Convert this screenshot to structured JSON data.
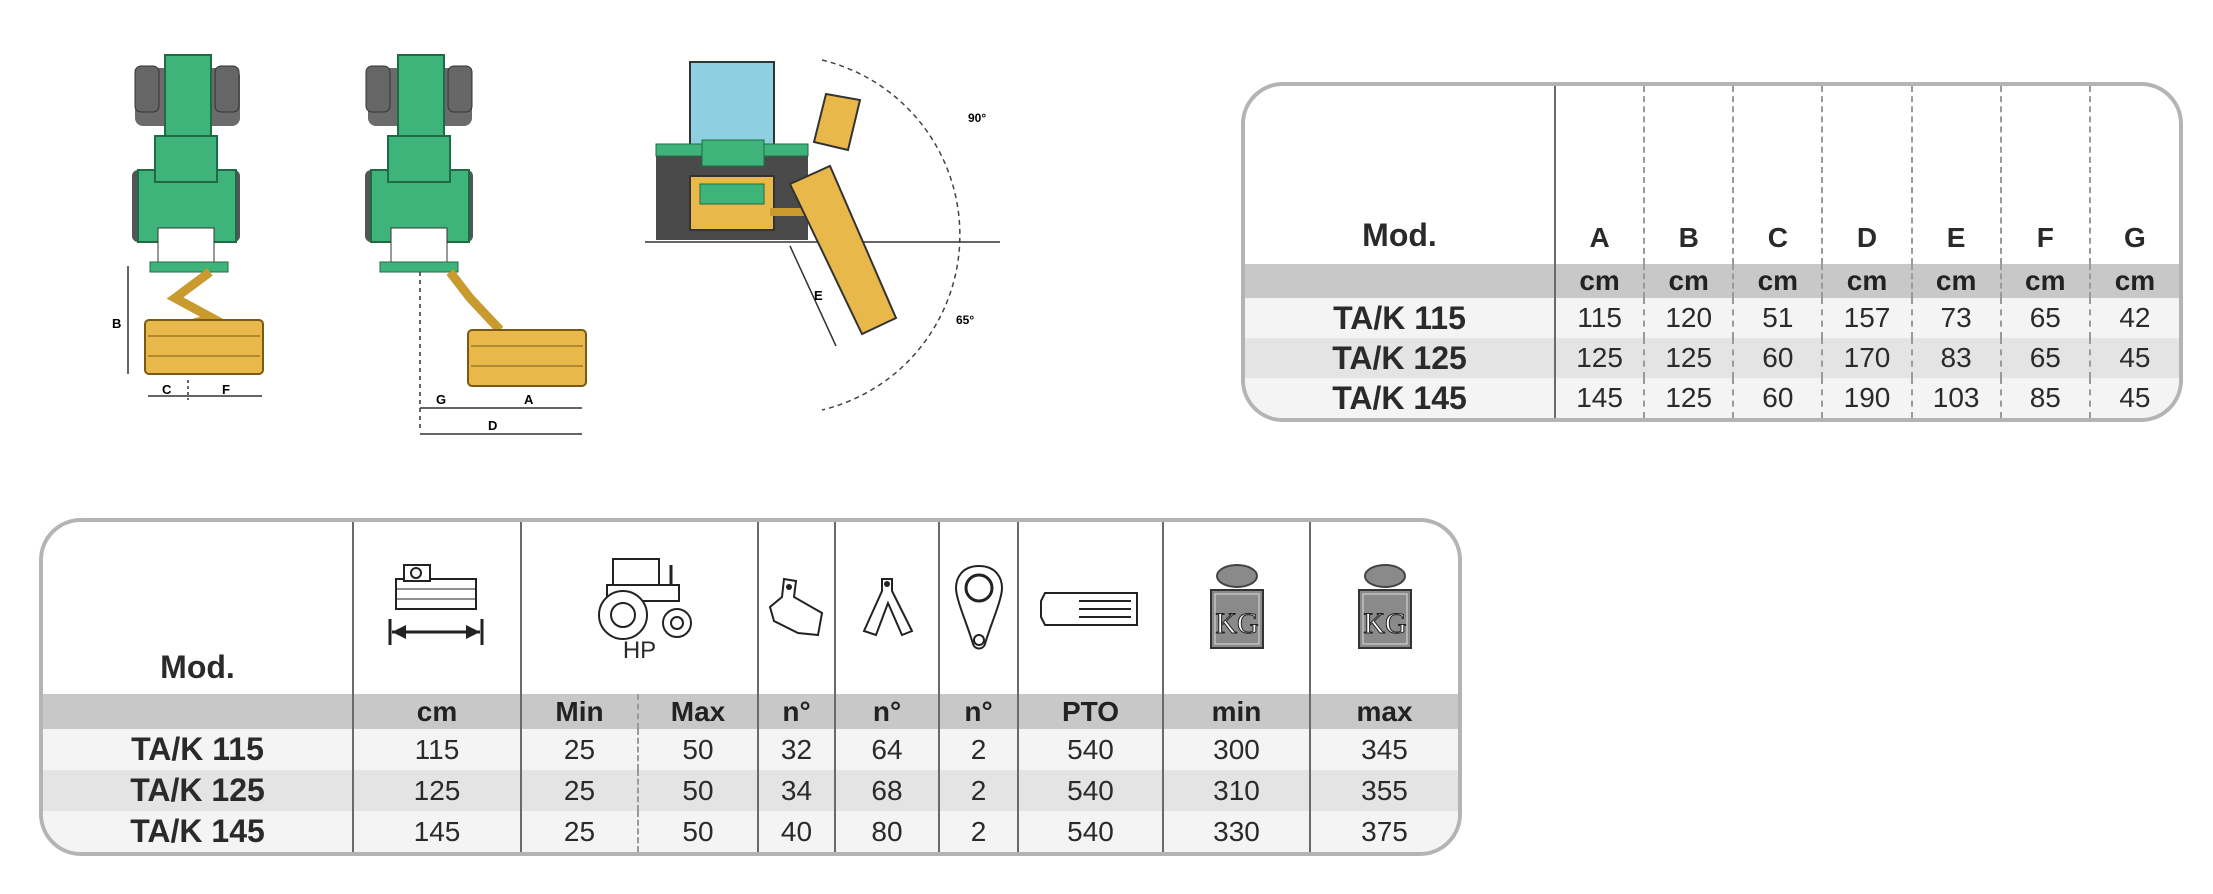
{
  "diagram": {
    "angle_top": "90°",
    "angle_bottom": "65°",
    "labels": {
      "a": "A",
      "b": "B",
      "c": "C",
      "d": "D",
      "e": "E",
      "f": "F",
      "g": "G"
    }
  },
  "dimensions_table": {
    "mod_label": "Mod.",
    "columns": [
      "A",
      "B",
      "C",
      "D",
      "E",
      "F",
      "G"
    ],
    "units": [
      "cm",
      "cm",
      "cm",
      "cm",
      "cm",
      "cm",
      "cm"
    ],
    "rows": [
      {
        "model": "TA/K 115",
        "values": [
          "115",
          "120",
          "51",
          "157",
          "73",
          "65",
          "42"
        ]
      },
      {
        "model": "TA/K 125",
        "values": [
          "125",
          "125",
          "60",
          "170",
          "83",
          "65",
          "45"
        ]
      },
      {
        "model": "TA/K 145",
        "values": [
          "145",
          "125",
          "60",
          "190",
          "103",
          "85",
          "45"
        ]
      }
    ]
  },
  "specs_table": {
    "mod_label": "Mod.",
    "hp_label": "HP",
    "kg_label": "KG",
    "icons": [
      "working-width-icon",
      "tractor-power-icon",
      "hammer-blade-icon",
      "y-blade-icon",
      "belts-icon",
      "pto-shaft-icon",
      "weight-min-icon",
      "weight-max-icon"
    ],
    "units": [
      "cm",
      "Min",
      "Max",
      "n°",
      "n°",
      "n°",
      "PTO",
      "min",
      "max"
    ],
    "rows": [
      {
        "model": "TA/K 115",
        "values": [
          "115",
          "25",
          "50",
          "32",
          "64",
          "2",
          "540",
          "300",
          "345"
        ]
      },
      {
        "model": "TA/K 125",
        "values": [
          "125",
          "25",
          "50",
          "34",
          "68",
          "2",
          "540",
          "310",
          "355"
        ]
      },
      {
        "model": "TA/K 145",
        "values": [
          "145",
          "25",
          "50",
          "40",
          "80",
          "2",
          "540",
          "330",
          "375"
        ]
      }
    ]
  },
  "colors": {
    "tractor": "#3fb47a",
    "mower": "#e8b84a",
    "cab_glass": "#8ecfe0",
    "border": "#b4b4b4",
    "unit_band": "#c8c8c8"
  }
}
